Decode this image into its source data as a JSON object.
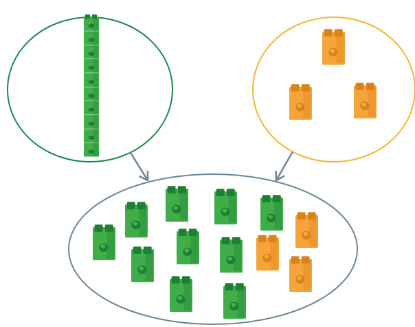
{
  "colors": {
    "background": "#ffffff",
    "tens_circle": "#1a8a4c",
    "ones_circle": "#f2b72d",
    "total_ellipse": "#6c8697",
    "arrow": "#6c8697",
    "green_cube": "#3fae49",
    "green_cube_dark": "#1f7f35",
    "green_cube_light": "#6cc764",
    "orange_cube": "#f6a43a",
    "orange_cube_dark": "#d9831a",
    "orange_cube_light": "#ffc36b"
  },
  "groups": {
    "tens_rod": {
      "cube_color": "green",
      "cube_count": 10
    },
    "ones": {
      "cube_color": "orange",
      "cube_count": 3
    },
    "combined": {
      "green_count": 10,
      "orange_count": 3
    }
  }
}
